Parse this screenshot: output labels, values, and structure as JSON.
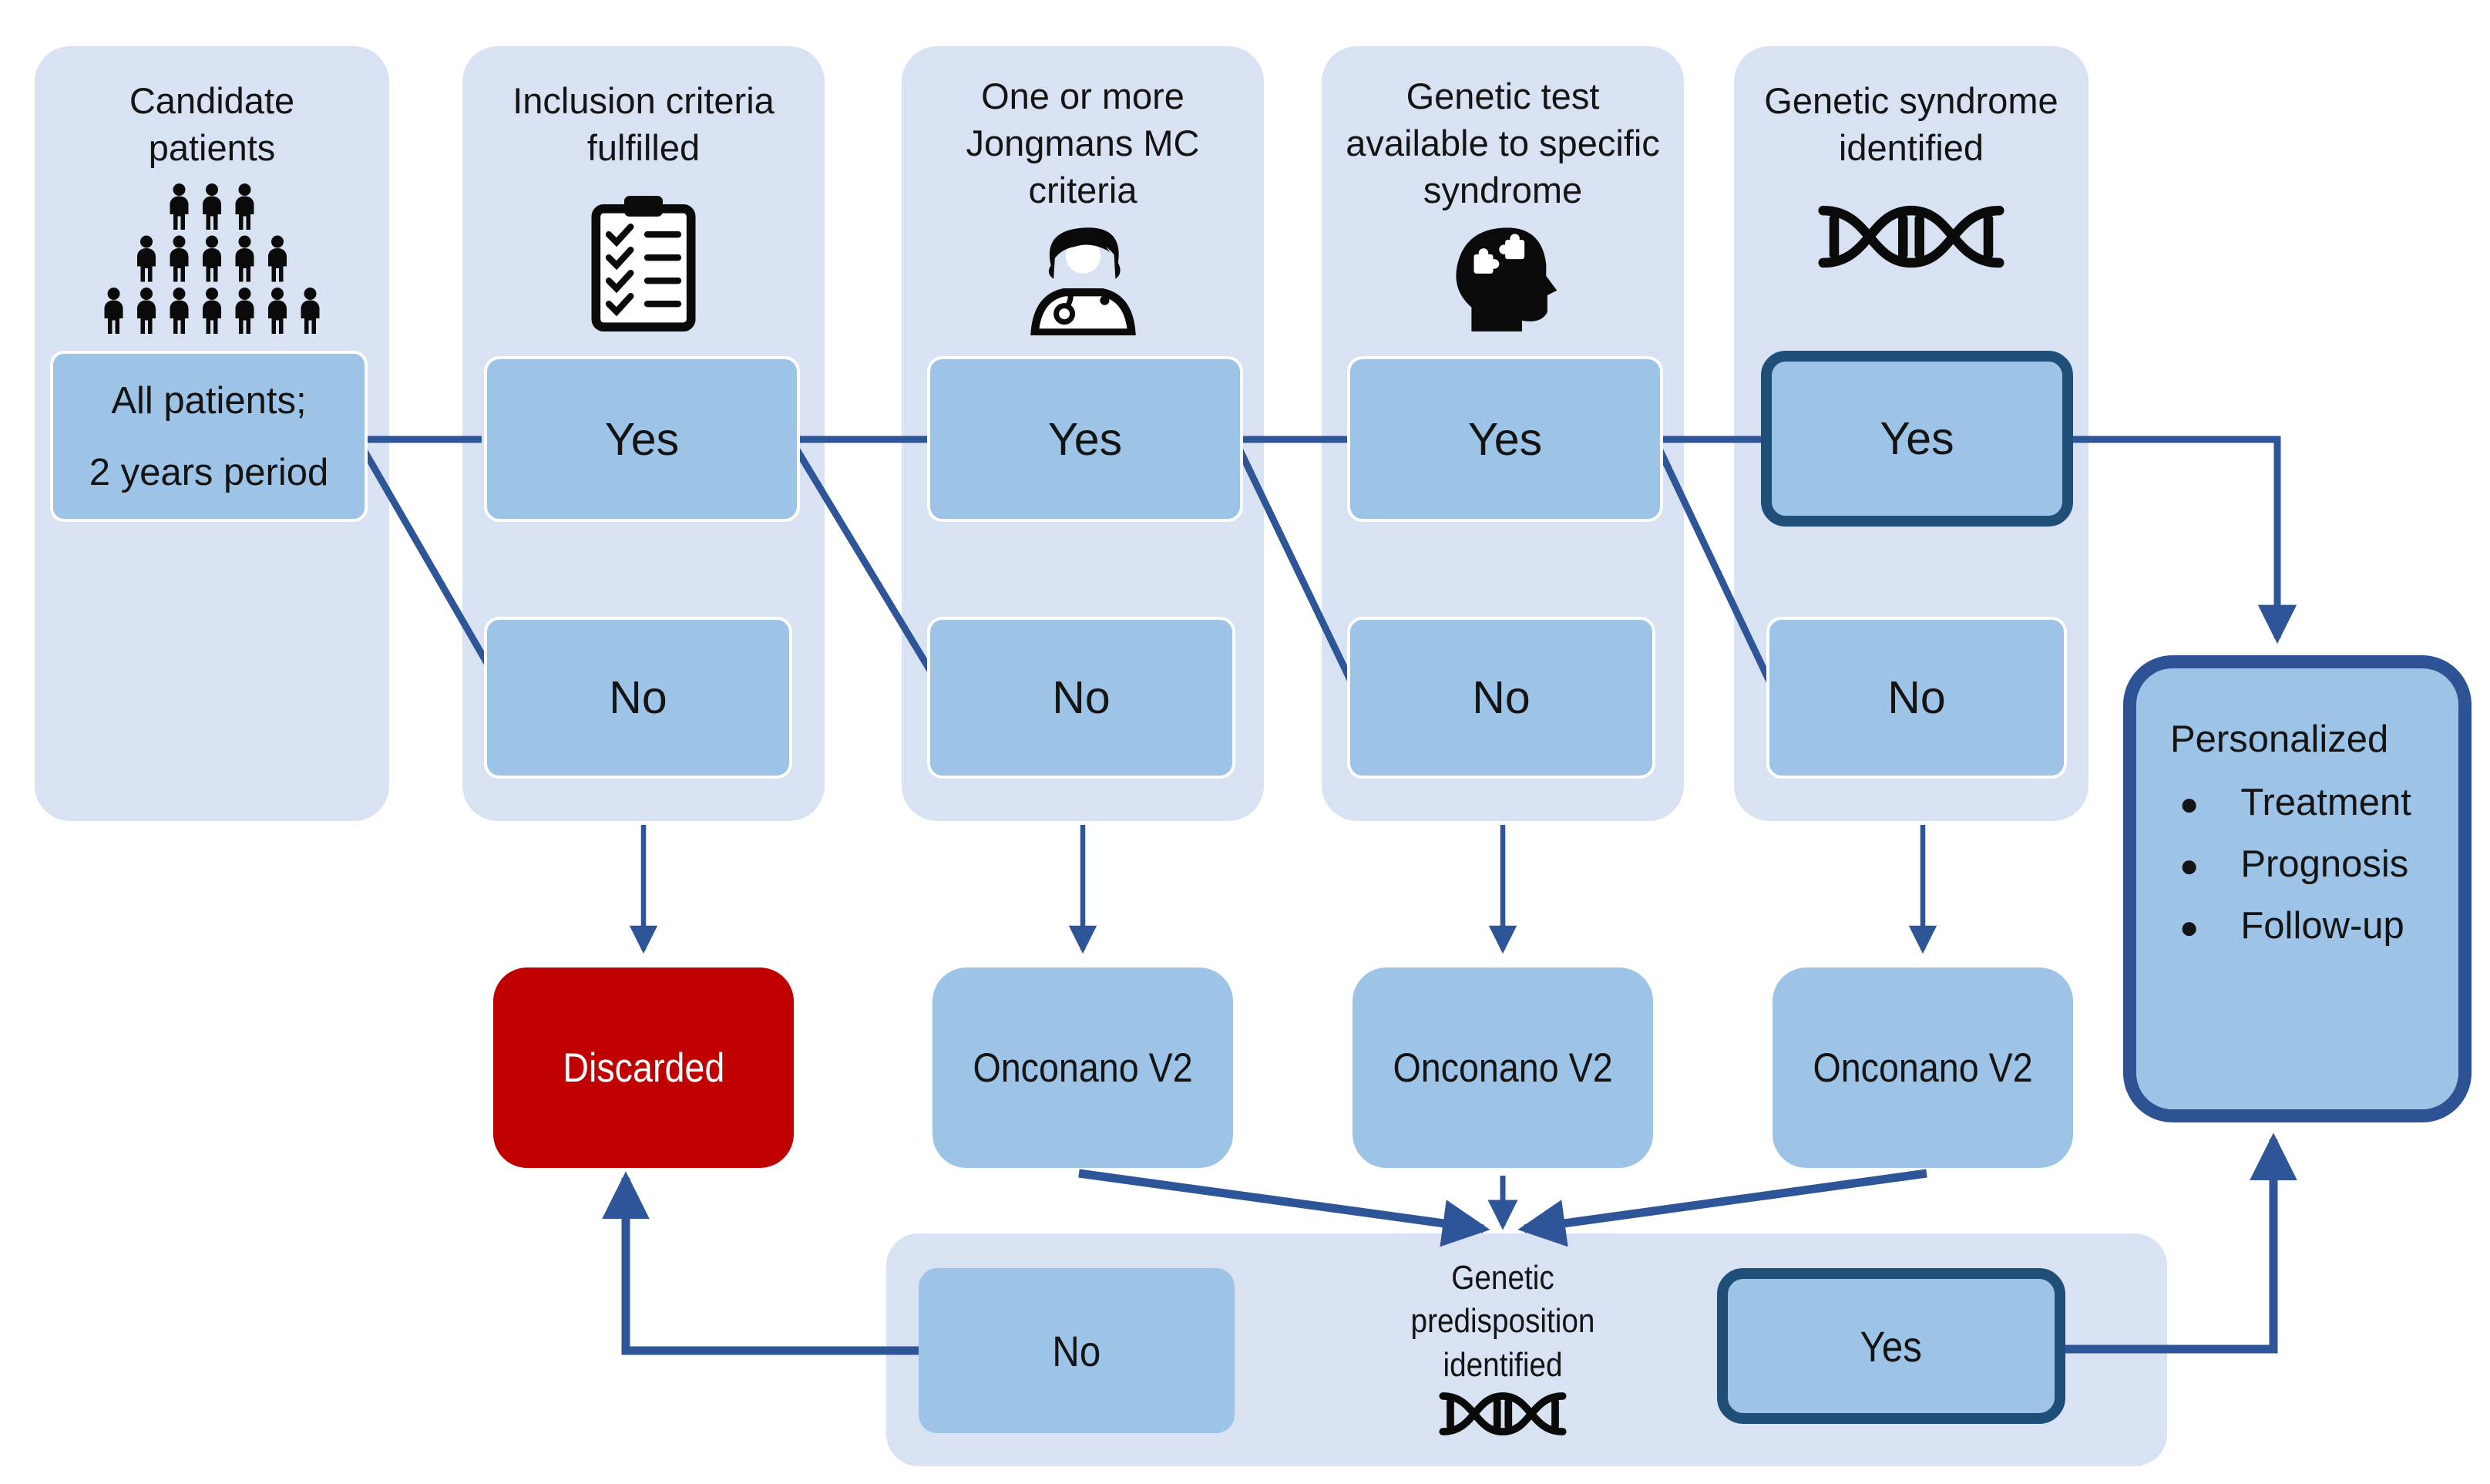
{
  "columns": [
    {
      "id": "candidate-patients",
      "title": "Candidate patients",
      "icon": "crowd-icon",
      "entry_box": {
        "line1": "All patients;",
        "line2": "2 years period"
      }
    },
    {
      "id": "inclusion-criteria",
      "title": "Inclusion criteria fulfilled",
      "icon": "clipboard-checklist-icon",
      "yes": "Yes",
      "no": "No"
    },
    {
      "id": "jongmans-criteria",
      "title": "One or more Jongmans MC criteria",
      "icon": "doctor-icon",
      "yes": "Yes",
      "no": "No"
    },
    {
      "id": "genetic-test-available",
      "title": "Genetic test available to specific syndrome",
      "icon": "head-puzzle-icon",
      "yes": "Yes",
      "no": "No"
    },
    {
      "id": "genetic-syndrome-identified",
      "title": "Genetic syndrome identified",
      "icon": "dna-icon",
      "yes": "Yes",
      "no": "No",
      "yes_highlighted": true
    }
  ],
  "outcomes": {
    "discarded": "Discarded",
    "onconano_1": "Onconano V2",
    "onconano_2": "Onconano V2",
    "onconano_3": "Onconano V2"
  },
  "bottom_panel": {
    "title": "Genetic predisposition identified",
    "icon": "dna-icon",
    "no": "No",
    "yes": "Yes",
    "yes_highlighted": true
  },
  "personalized": {
    "title": "Personalized",
    "items": [
      "Treatment",
      "Prognosis",
      "Follow-up"
    ]
  },
  "colors": {
    "column_bg": "#d9e2f3",
    "option_fill": "#9dc3e6",
    "highlight_border": "#1f4e79",
    "personalized_border": "#2e5395",
    "connector": "#2e5597",
    "discarded_bg": "#c00000",
    "text": "#141414"
  }
}
